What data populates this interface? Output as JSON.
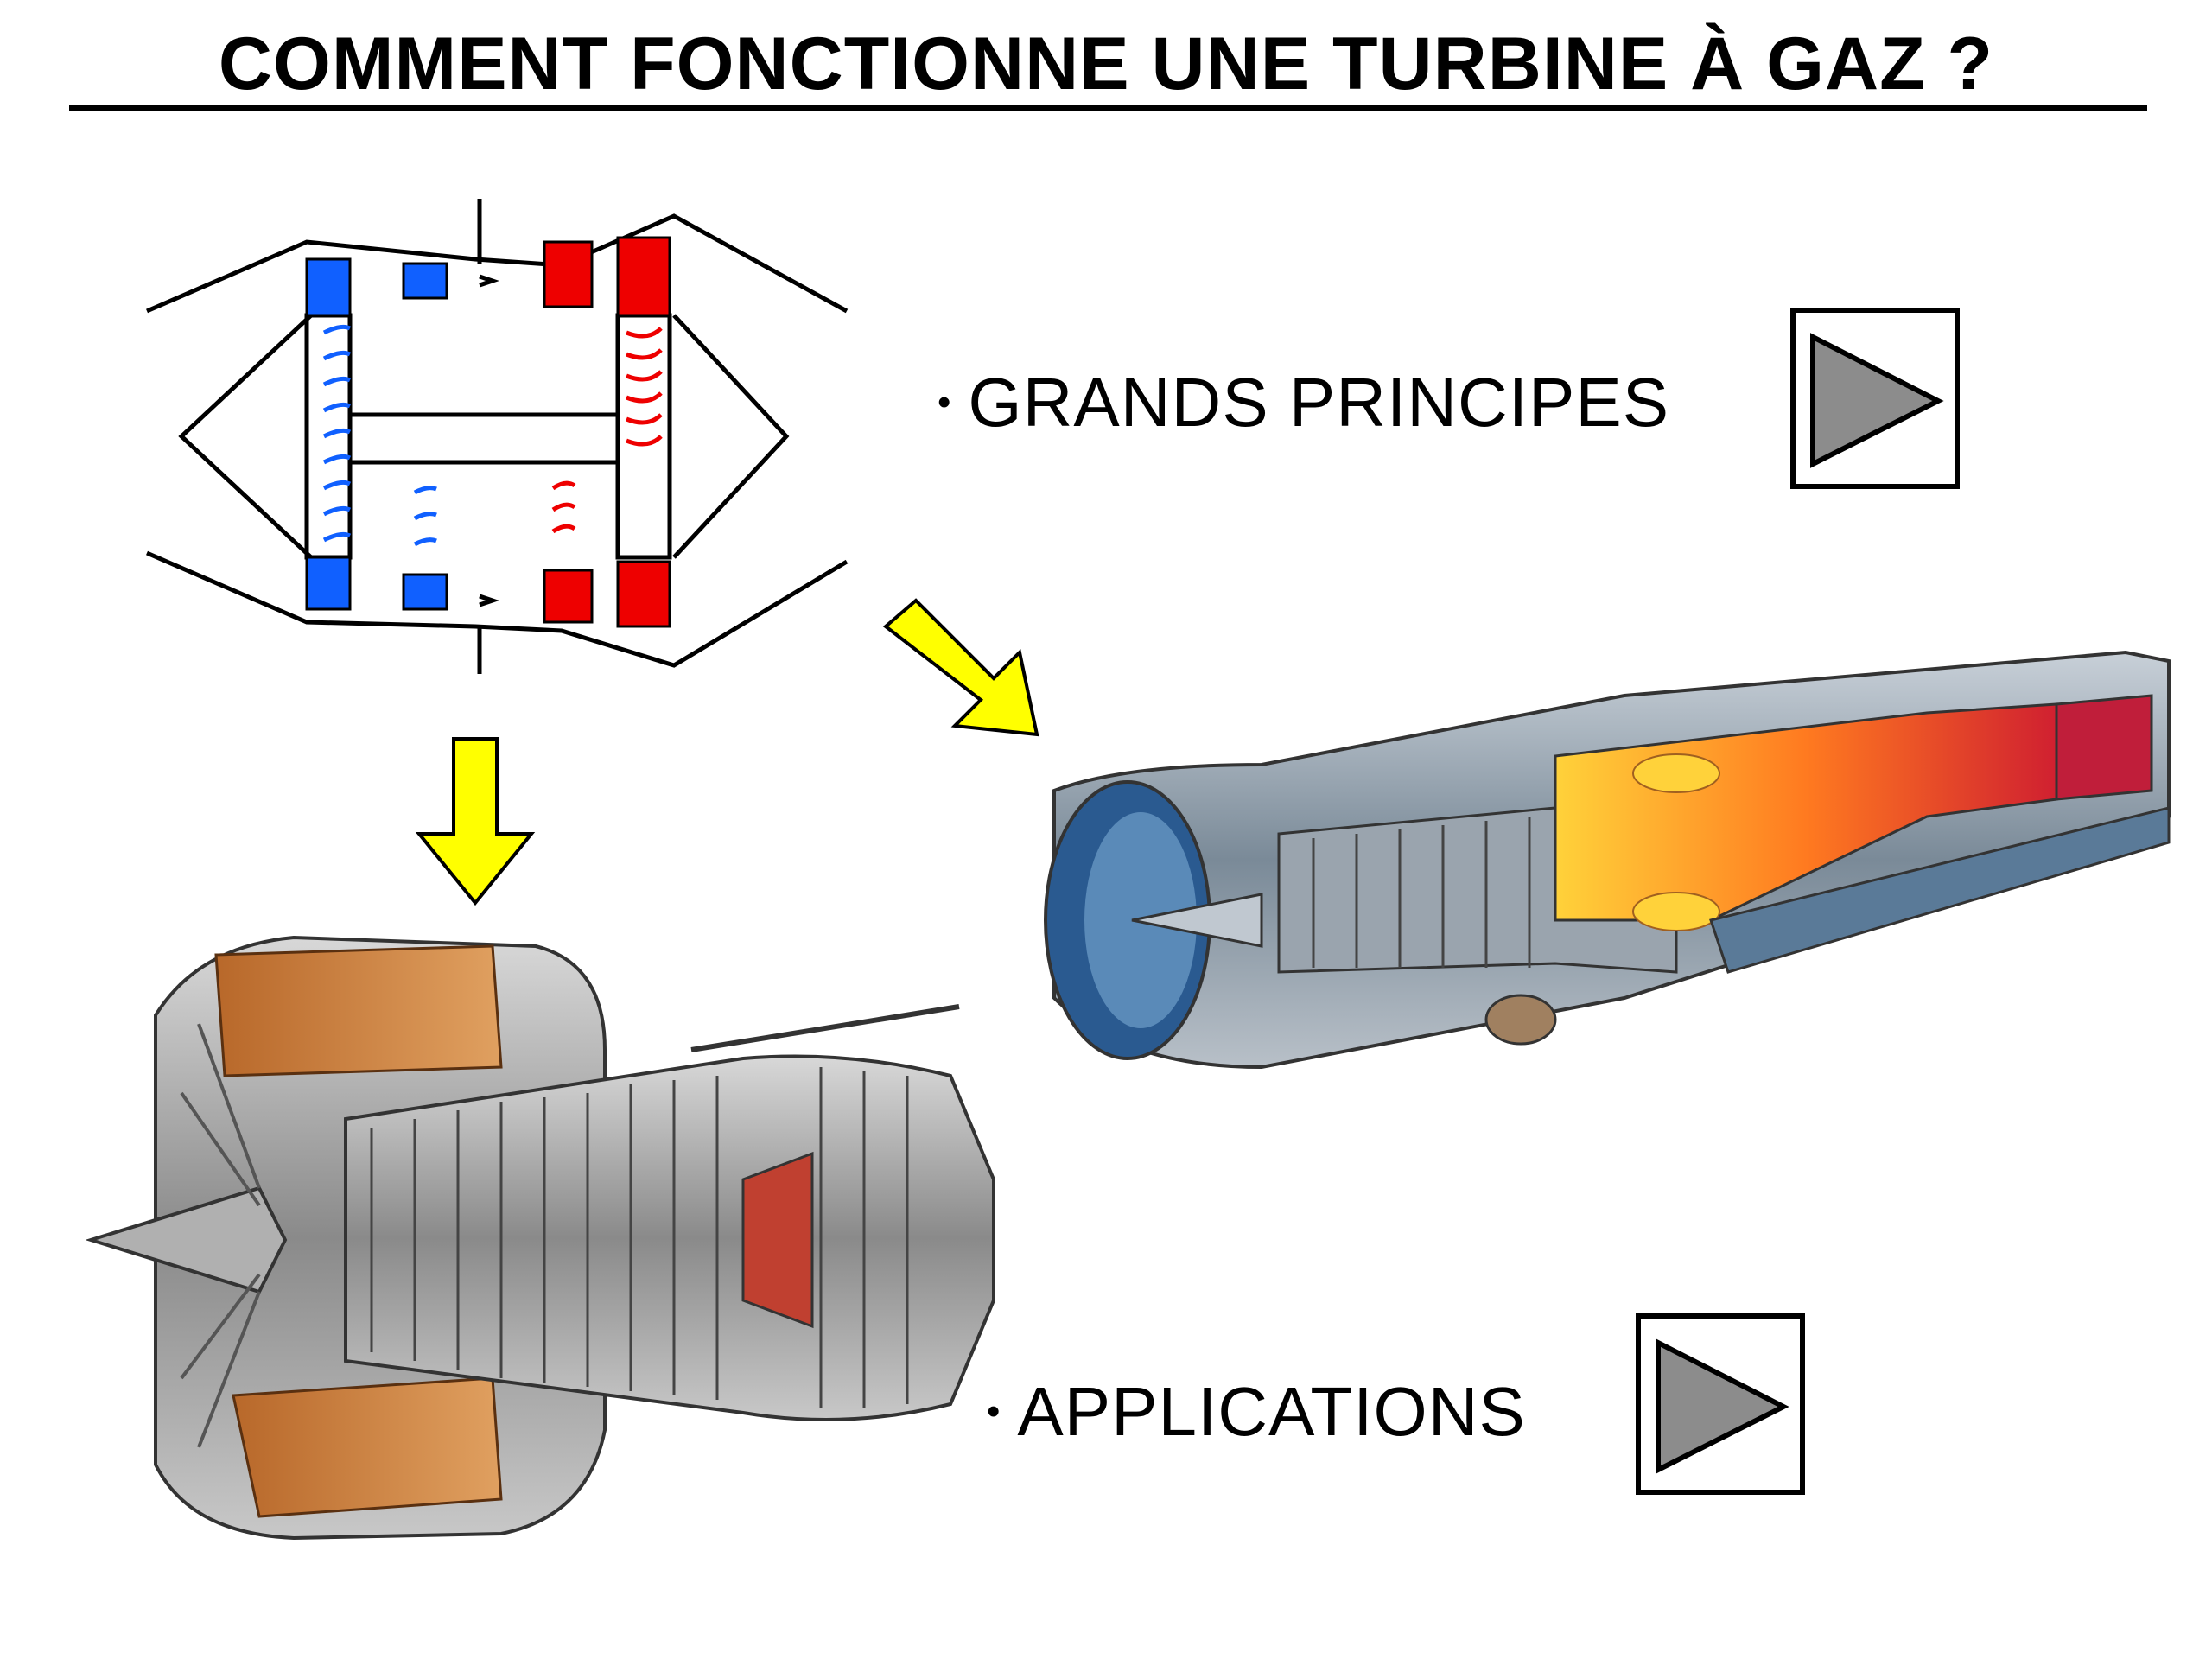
{
  "slide": {
    "title": "COMMENT FONCTIONNE UNE TURBINE À GAZ ?"
  },
  "menu": {
    "items": [
      {
        "bullet": "•",
        "label": "GRANDS PRINCIPES",
        "icon": "play-icon"
      },
      {
        "bullet": "•",
        "label": "APPLICATIONS",
        "icon": "play-icon"
      }
    ]
  },
  "figures": {
    "schematic": "turbine-schematic",
    "engine_turbofan": "turbofan-cutaway",
    "engine_turbojet": "turbojet-cutaway",
    "arrow": "arrow-icon"
  },
  "colors": {
    "compressor": "#1060ff",
    "turbine": "#ee0000",
    "arrow": "#ffff00",
    "play_triangle": "#8c8c8c"
  }
}
